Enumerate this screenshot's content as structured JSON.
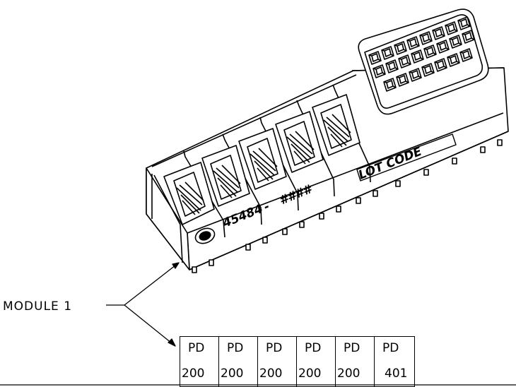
{
  "callout": {
    "label": "MODULE 1"
  },
  "part_marking": {
    "number": "45484",
    "dash": "-",
    "suffix": "####",
    "lot_label": "LOT CODE"
  },
  "cells": [
    {
      "top": "PD",
      "bottom": "200"
    },
    {
      "top": "PD",
      "bottom": "200"
    },
    {
      "top": "PD",
      "bottom": "200"
    },
    {
      "top": "PD",
      "bottom": "200"
    },
    {
      "top": "PD",
      "bottom": "200"
    },
    {
      "top": "PD",
      "bottom": "401"
    }
  ],
  "colors": {
    "ink": "#000000",
    "paper": "#ffffff"
  }
}
